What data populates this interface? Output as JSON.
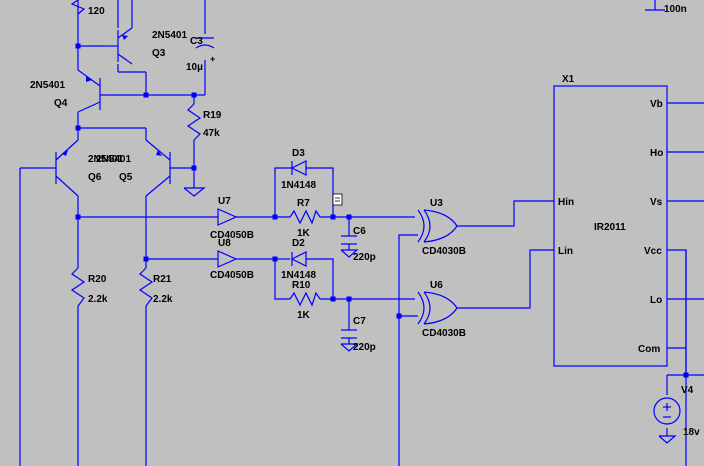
{
  "colors": {
    "background": "#c0c0c0",
    "wire": "#0000ff",
    "text": "#000000"
  },
  "labels": {
    "r_top_value": "120",
    "cap_top_right_value": "100n",
    "q3_part": "2N5401",
    "q3_ref": "Q3",
    "c3_ref": "C3",
    "c3_value": "10µ",
    "q4_part": "2N5401",
    "q4_ref": "Q4",
    "r19_ref": "R19",
    "r19_value": "47k",
    "q6_part": "2N5401",
    "q5_part": "2N5401",
    "q6_ref": "Q6",
    "q5_ref": "Q5",
    "d3_ref": "D3",
    "d3_part": "1N4148",
    "u7_ref": "U7",
    "u7_part": "CD4050B",
    "r7_ref": "R7",
    "r7_value": "1K",
    "c6_ref": "C6",
    "c6_value": "220p",
    "u8_ref": "U8",
    "u8_part": "CD4050B",
    "d2_ref": "D2",
    "d2_part": "1N4148",
    "r10_ref": "R10",
    "r10_value": "1K",
    "c7_ref": "C7",
    "c7_value": "220p",
    "u3_ref": "U3",
    "u3_part": "CD4030B",
    "u6_ref": "U6",
    "u6_part": "CD4030B",
    "r20_ref": "R20",
    "r20_value": "2.2k",
    "r21_ref": "R21",
    "r21_value": "2.2k",
    "x1_ref": "X1",
    "x1_part": "IR2011",
    "pin_hin": "Hin",
    "pin_lin": "Lin",
    "pin_vb": "Vb",
    "pin_ho": "Ho",
    "pin_vs": "Vs",
    "pin_vcc": "Vcc",
    "pin_lo": "Lo",
    "pin_com": "Com",
    "v4_ref": "V4",
    "v4_value": "18v"
  }
}
